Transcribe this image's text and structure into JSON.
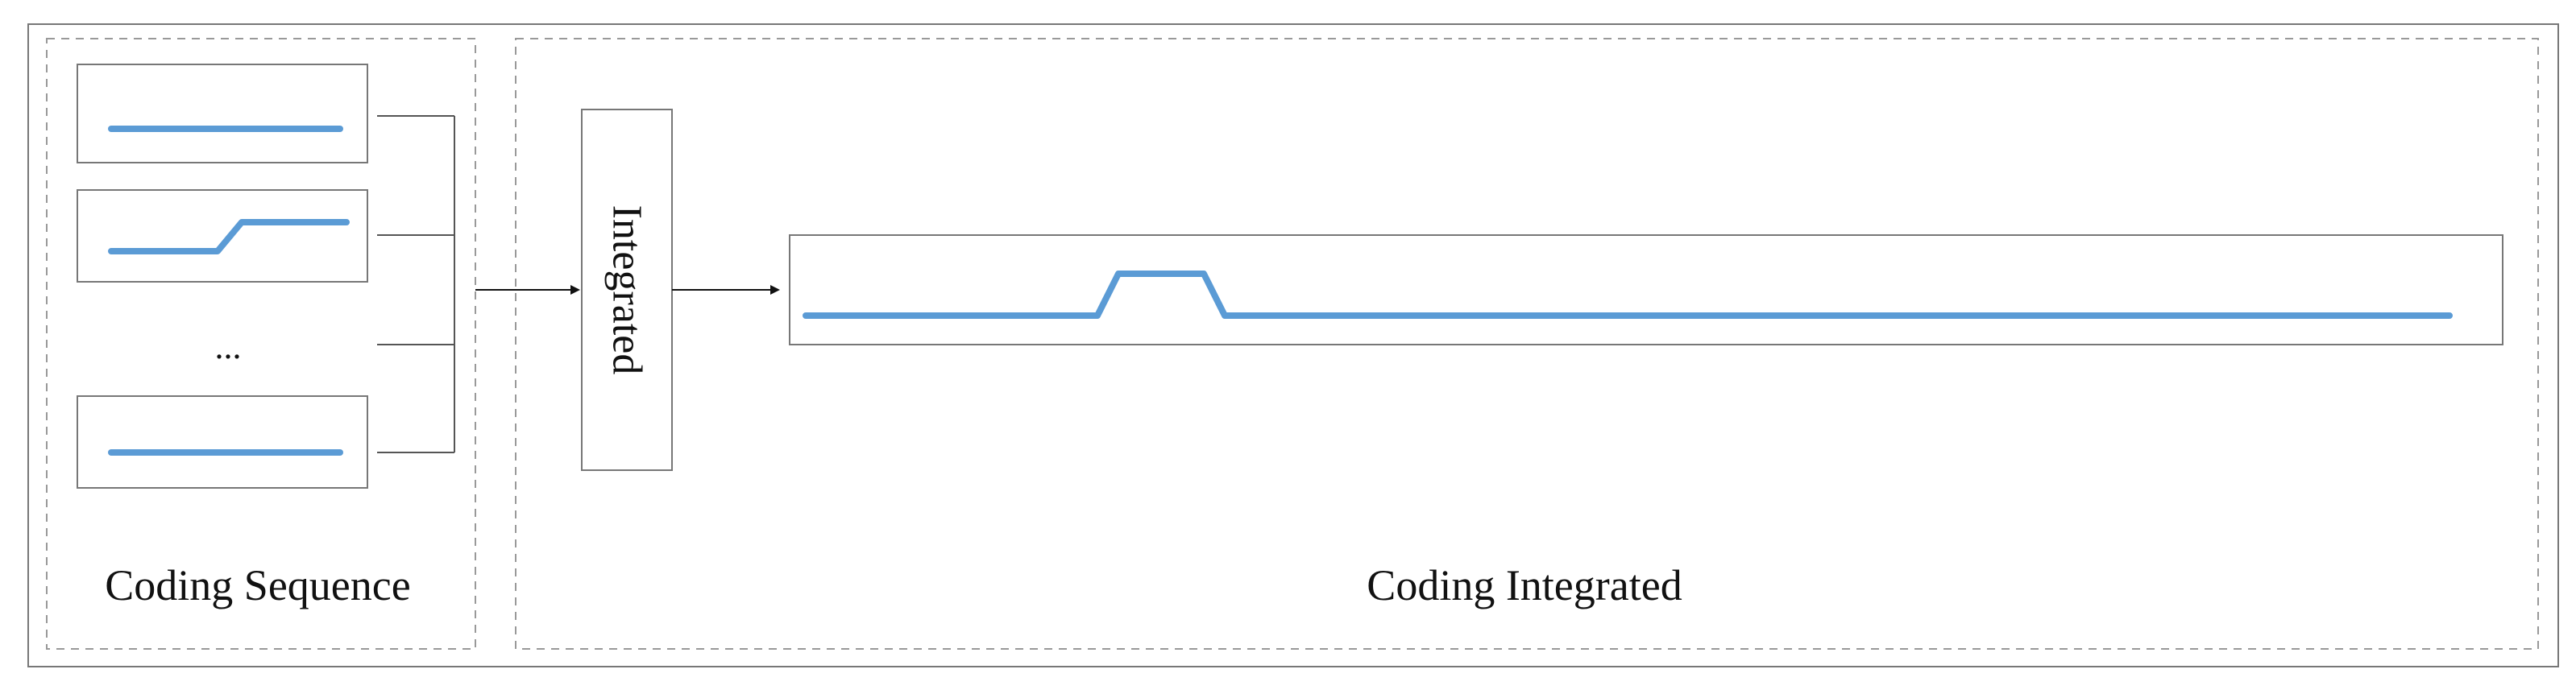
{
  "left_panel": {
    "label": "Coding Sequence",
    "ellipsis": "..."
  },
  "center_block": {
    "label": "Integrated"
  },
  "right_panel": {
    "label": "Coding Integrated"
  },
  "colors": {
    "signal": "#5b9bd5",
    "border": "#777777",
    "dashed_border": "#999999",
    "connector": "#555555",
    "arrow": "#111111",
    "text": "#111111"
  }
}
